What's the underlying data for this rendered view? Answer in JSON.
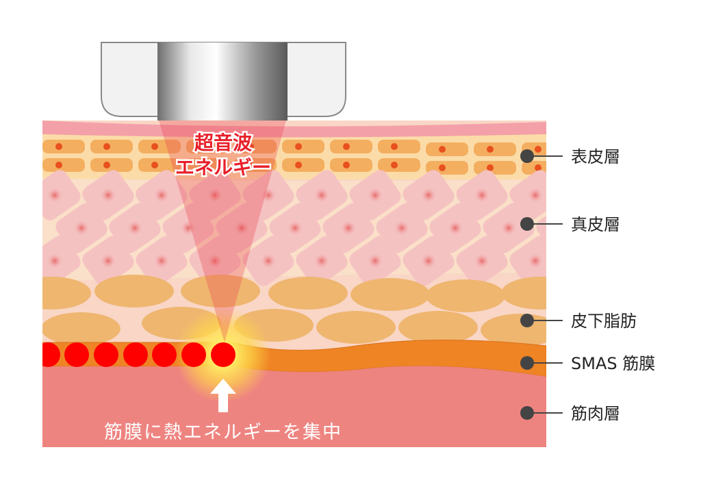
{
  "beam_label": {
    "line1": "超音波",
    "line2": "エネルギー"
  },
  "focus_caption": "筋膜に熱エネルギーを集中",
  "layers": [
    {
      "label": "表皮層"
    },
    {
      "label": "真皮層"
    },
    {
      "label": "皮下脂肪"
    },
    {
      "label": "SMAS 筋膜"
    },
    {
      "label": "筋肉層"
    }
  ],
  "colors": {
    "skin_top": "#f4a0a8",
    "epidermis": "#fbdca8",
    "dermis": "#f5c2c2",
    "fat": "#efb670",
    "smas": "#ef8424",
    "muscle": "#ee8480",
    "heat": "#ff0000",
    "beam_text": "#e8202a"
  }
}
